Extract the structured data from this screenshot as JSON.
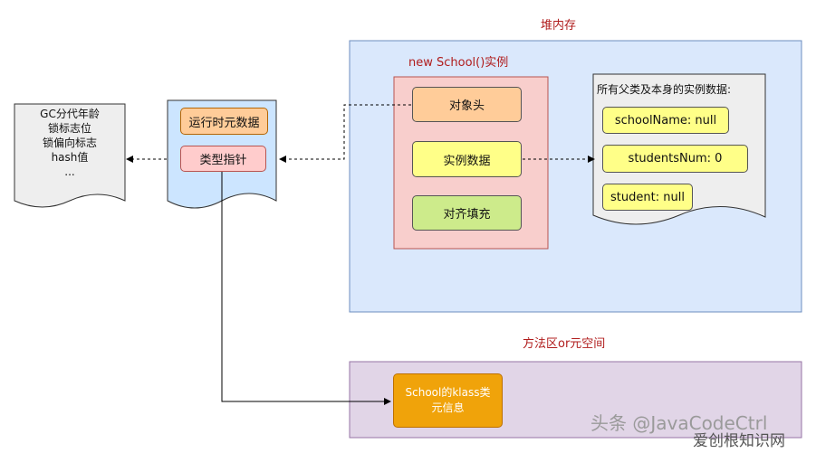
{
  "labels": {
    "heap": "堆内存",
    "method_area": "方法区or元空间",
    "instance_title": "new School()实例",
    "instance_data_title": "所有父类及本身的实例数据:"
  },
  "mark_word_doc": {
    "lines": [
      "GC分代年龄",
      "锁标志位",
      "锁偏向标志",
      "hash值",
      "..."
    ]
  },
  "header_doc": {
    "runtime_meta": "运行时元数据",
    "type_pointer": "类型指针"
  },
  "instance": {
    "object_header": "对象头",
    "instance_data": "实例数据",
    "padding": "对齐填充"
  },
  "fields": [
    "schoolName: null",
    "studentsNum: 0",
    "student: null"
  ],
  "klass_box": {
    "line1": "School的klass类",
    "line2": "元信息"
  },
  "watermark": {
    "top": "头条 @JavaCodeCtrl",
    "bottom": "爱创根知识网"
  },
  "colors": {
    "heap_bg": "#dae8fc",
    "heap_border": "#6c8ebf",
    "method_bg": "#e1d5e7",
    "method_border": "#9673a6",
    "instance_bg": "#f8cecc",
    "header_orange": "#ffcc99",
    "data_yellow": "#ffff88",
    "padding_green": "#cdeb8b",
    "pointer_pink": "#ffcccc",
    "klass_orange": "#f0a30a",
    "label_red": "#b01c1c"
  }
}
